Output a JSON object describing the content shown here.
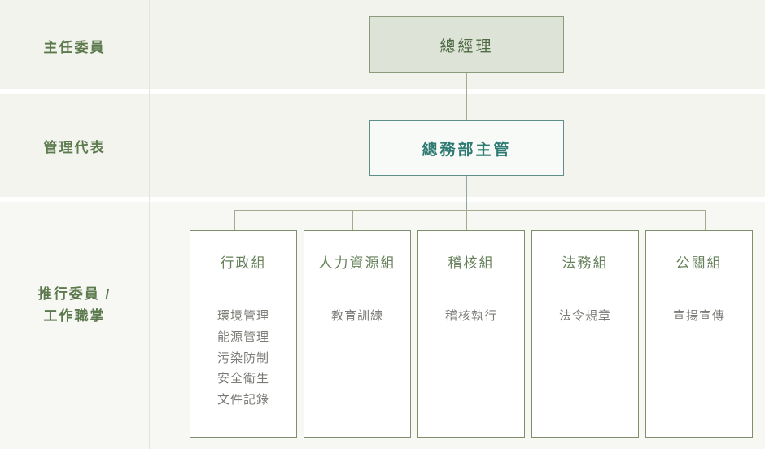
{
  "colors": {
    "band_1_bg": "#f1f3ec",
    "band_2_bg": "#f2f4ed",
    "band_3_bg": "#f7f8f4",
    "label_green": "#5d7a4f",
    "gm_box_fill": "#dde3d6",
    "gm_box_border": "#8d9b7c",
    "dept_box_border": "#5f8f8a",
    "dept_box_text": "#2d7a72",
    "card_border": "#7e8f6c",
    "card_title": "#66805a",
    "card_item_text": "#7c7c77",
    "connector": "#a6ab8e",
    "column_divider": "#e3e5dc"
  },
  "row_labels": [
    {
      "id": "chairperson",
      "text": "主任委員"
    },
    {
      "id": "management-representative",
      "text": "管理代表"
    },
    {
      "id": "committee-duties",
      "line1": "推行委員 /",
      "line2": "工作職掌"
    }
  ],
  "nodes": {
    "general_manager": "總經理",
    "department_head": "總務部主管"
  },
  "groups": [
    {
      "id": "administration",
      "title": "行政組",
      "items": [
        "環境管理",
        "能源管理",
        "污染防制",
        "安全衛生",
        "文件記錄"
      ]
    },
    {
      "id": "human-resources",
      "title": "人力資源組",
      "items": [
        "教育訓練"
      ]
    },
    {
      "id": "audit",
      "title": "稽核組",
      "items": [
        "稽核執行"
      ]
    },
    {
      "id": "legal",
      "title": "法務組",
      "items": [
        "法令規章"
      ]
    },
    {
      "id": "public-relations",
      "title": "公關組",
      "items": [
        "宣揚宣傳"
      ]
    }
  ]
}
